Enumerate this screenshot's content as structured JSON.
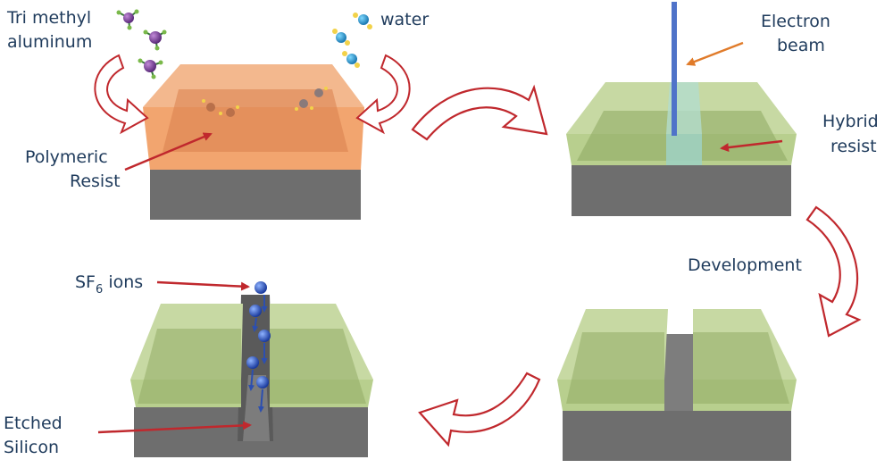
{
  "labels": {
    "tma_line1": "Tri methyl",
    "tma_line2": "aluminum",
    "water": "water",
    "polymeric_line1": "Polymeric",
    "polymeric_line2": "Resist",
    "electron_line1": "Electron",
    "electron_line2": "beam",
    "hybrid_line1": "Hybrid",
    "hybrid_line2": "resist",
    "development": "Development",
    "sf6_base": "SF",
    "sf6_sub": "6",
    "sf6_suffix": " ions",
    "etched_line1": "Etched",
    "etched_line2": "Silicon"
  },
  "colors": {
    "silicon_front": "#6e6e6e",
    "silicon_top": "#8a8a8a",
    "resist_orange": "#f19a62",
    "resist_orange_top": "#d77e4a",
    "hybrid_green": "#b8cf8e",
    "hybrid_green_dark": "#8da860",
    "beam_blue": "#4f73c9",
    "label_arrow_red": "#c0282d",
    "label_arrow_orange": "#e07b2a",
    "process_arrow_outline": "#c0282d",
    "label_text": "#1f3b5c"
  }
}
